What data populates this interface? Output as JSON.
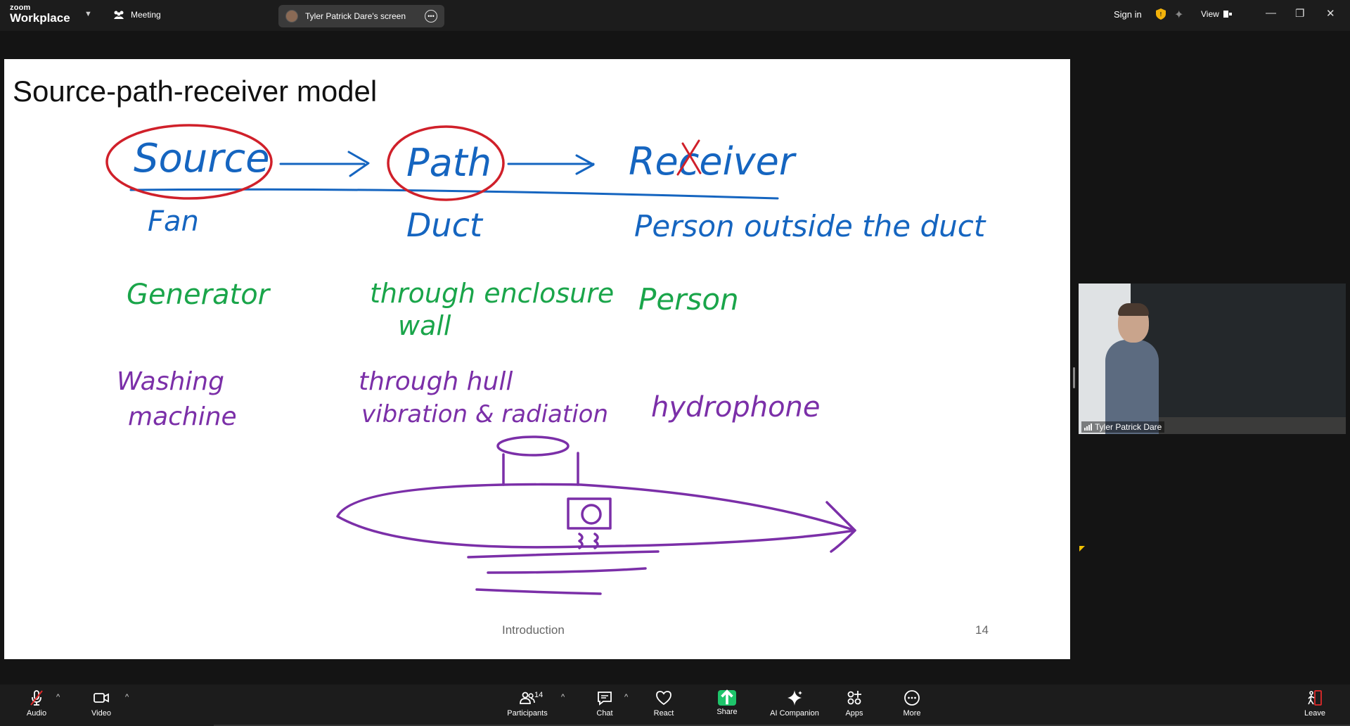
{
  "app": {
    "logo_line1": "zoom",
    "logo_line2": "Workplace",
    "meeting_label": "Meeting",
    "screen_share_label": "Tyler Patrick Dare's screen",
    "sign_in": "Sign in",
    "view_label": "View"
  },
  "slide": {
    "title": "Source-path-receiver model",
    "footer": "Introduction",
    "page_number": "14",
    "handwriting": {
      "headers": [
        "Source",
        "Path",
        "Receiver"
      ],
      "row1": [
        "Fan",
        "Duct",
        "Person outside the duct"
      ],
      "row2": [
        "Generator",
        "through enclosure",
        "wall",
        "Person"
      ],
      "row3": [
        "Washing",
        "machine",
        "through hull",
        "vibration & radiation",
        "hydrophone"
      ]
    },
    "colors": {
      "blue_ink": "#1565c0",
      "red_ink": "#d0202a",
      "green_ink": "#1aa54a",
      "purple_ink": "#7b2fa8"
    }
  },
  "video": {
    "participant_name": "Tyler Patrick Dare"
  },
  "toolbar": {
    "audio": "Audio",
    "video": "Video",
    "participants": "Participants",
    "participants_count": "14",
    "chat": "Chat",
    "react": "React",
    "share": "Share",
    "ai_companion": "AI Companion",
    "apps": "Apps",
    "more": "More",
    "leave": "Leave"
  }
}
